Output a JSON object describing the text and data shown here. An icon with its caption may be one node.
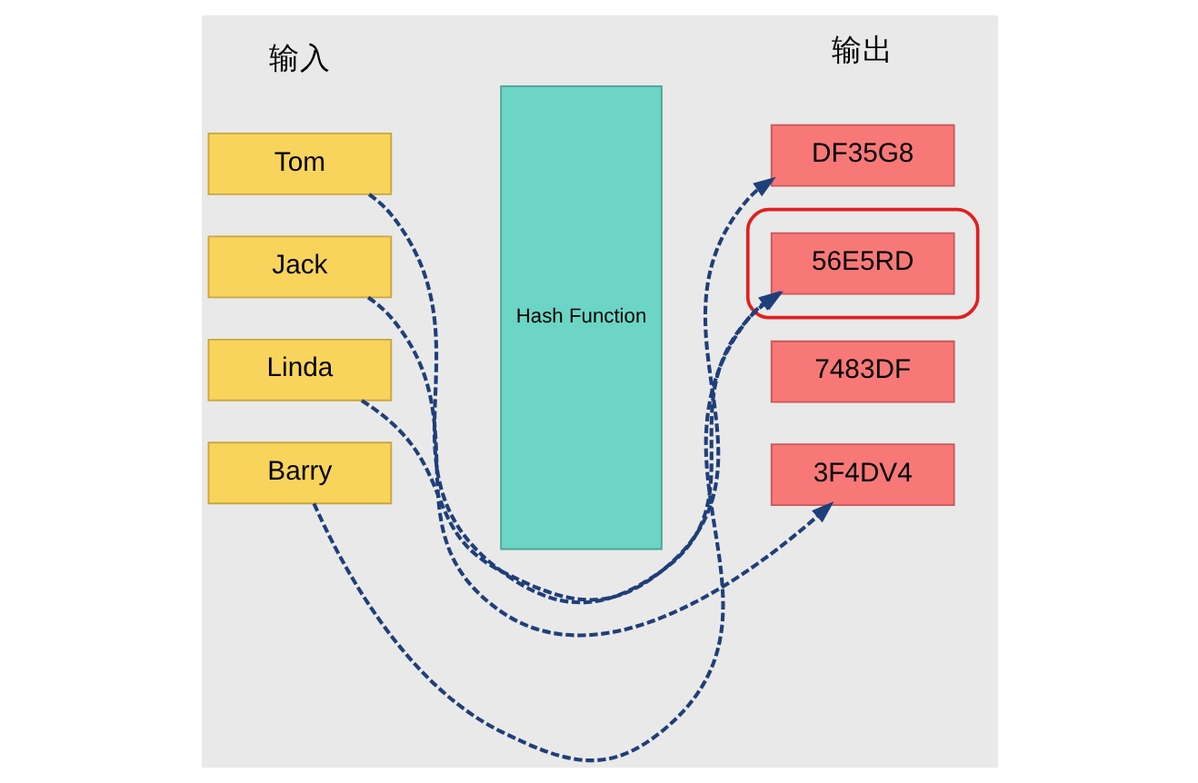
{
  "diagram": {
    "nodes": [
      {
        "text": [
          "Tom"
        ]
      },
      {
        "text": [
          "Jack"
        ]
      },
      {
        "text": [
          "Linda"
        ]
      },
      {
        "text": [
          "Barry"
        ]
      },
      {
        "text": [
          "Hash Function"
        ]
      },
      {
        "text": [
          "DF35G8"
        ]
      },
      {
        "text": [],
        "shape": "ellipse"
      },
      {
        "text": [
          "56E5RD"
        ],
        "in": 6
      },
      {
        "text": [
          "7483DF"
        ]
      },
      {
        "text": [
          "3F4DV4"
        ]
      }
    ],
    "edges": [
      {
        "from": 0,
        "to": 7,
        "arrow": "to",
        "style": "dashed"
      },
      {
        "from": 1,
        "to": 9,
        "arrow": "to",
        "style": "dashed"
      },
      {
        "from": 2,
        "to": 5,
        "arrow": "to",
        "style": "dashed"
      },
      {
        "from": 3,
        "to": 7,
        "arrow": "to",
        "style": "dashed"
      }
    ],
    "labels": [
      "输入",
      "输出"
    ]
  }
}
